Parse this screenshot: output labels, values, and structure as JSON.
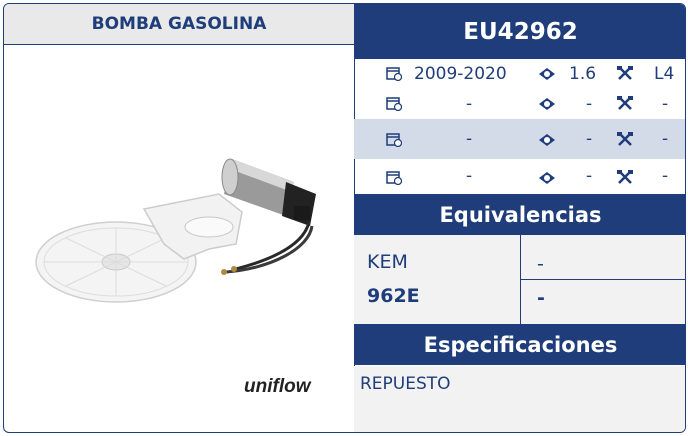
{
  "product": {
    "category": "BOMBA GASOLINA",
    "code": "EU42962",
    "brand_logo": "uniflow"
  },
  "applications": [
    {
      "years": "2009-2020",
      "engine": "1.6",
      "cylinders": "L4"
    },
    {
      "years": "-",
      "engine": "-",
      "cylinders": "-"
    },
    {
      "years": "-",
      "engine": "-",
      "cylinders": "-"
    },
    {
      "years": "-",
      "engine": "-",
      "cylinders": "-"
    }
  ],
  "icons": [
    "calendar-icon",
    "engine-icon",
    "piston-icon"
  ],
  "equivalencias": {
    "title": "Equivalencias",
    "brand": "KEM",
    "number": "962E",
    "alt_brand": "-",
    "alt_number": "-"
  },
  "especificaciones": {
    "title": "Especificaciones",
    "text": "REPUESTO"
  },
  "colors": {
    "navy": "#1f3d7a",
    "row_shade": "#d3dbe9",
    "panel_gray": "#f2f2f2",
    "title_gray": "#e9e9e9"
  }
}
